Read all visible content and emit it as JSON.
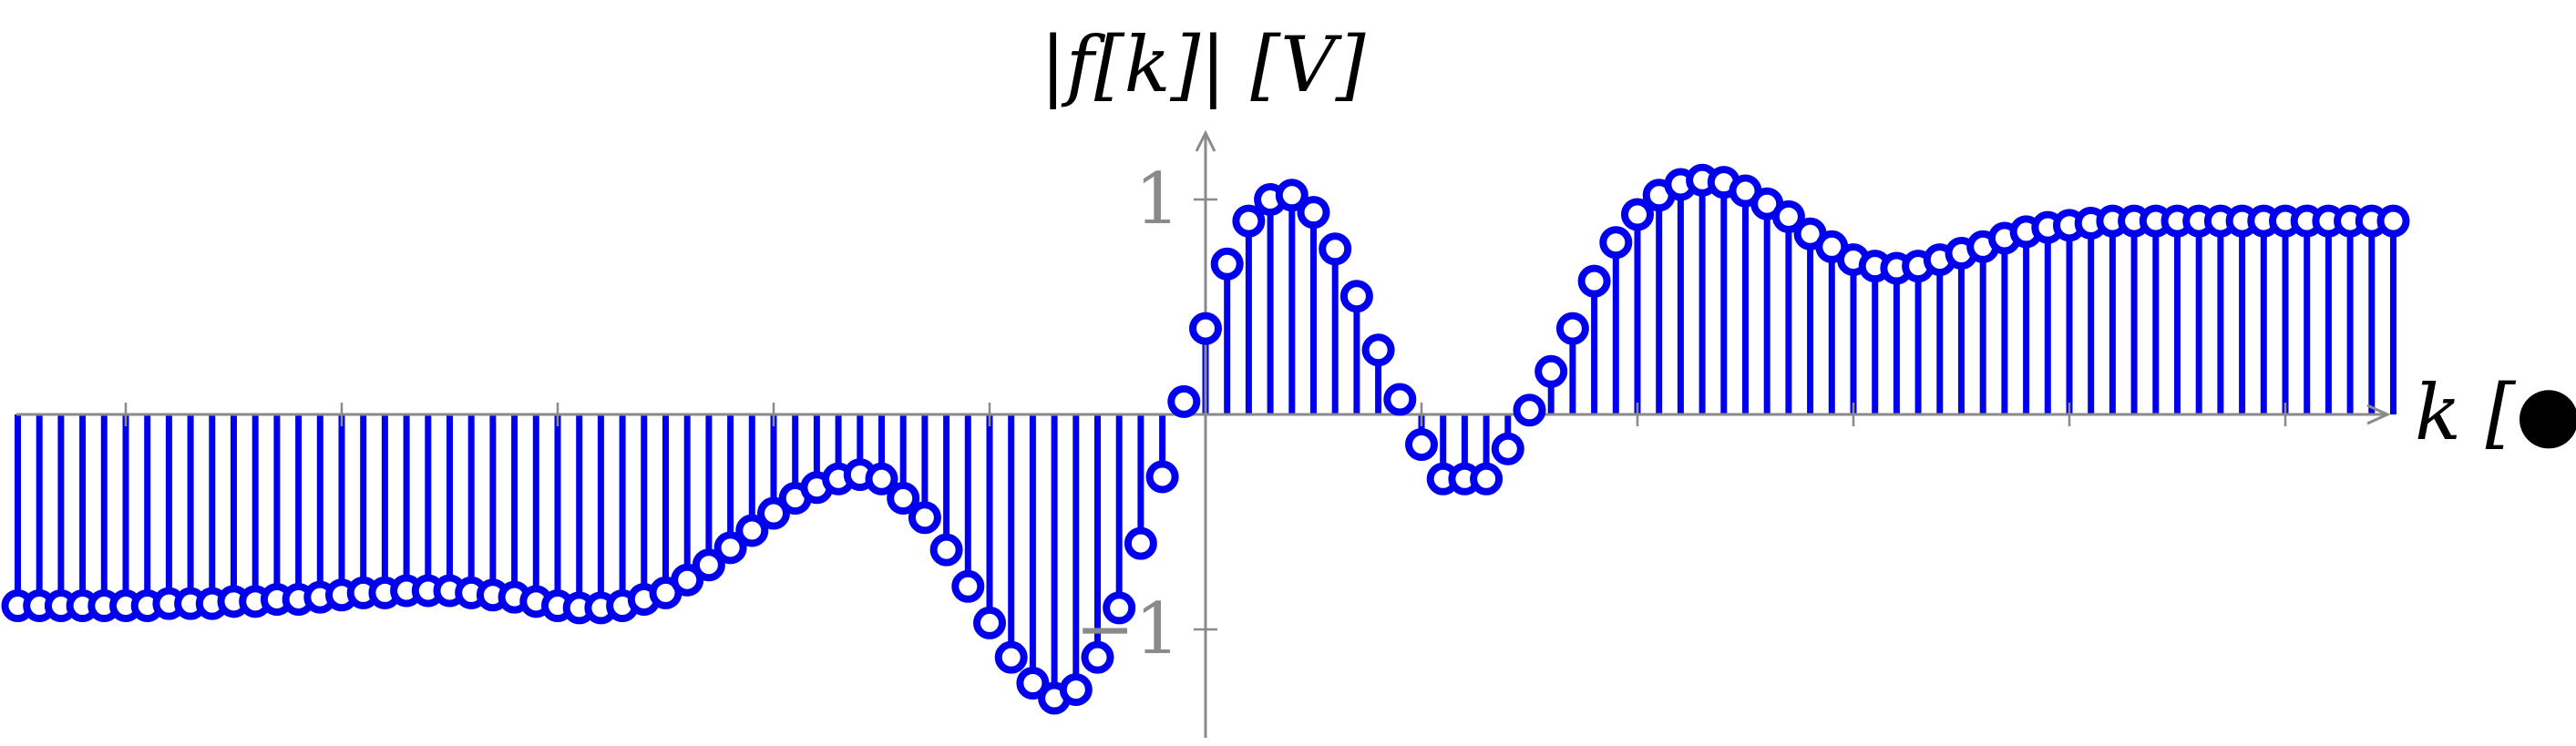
{
  "chart_data": {
    "type": "stem",
    "xlabel": "k [●]",
    "ylabel": "|f[k]| [V]",
    "yticks": [
      {
        "value": 1,
        "label": "1"
      },
      {
        "value": -1,
        "label": "−1"
      }
    ],
    "xticks": [
      -50,
      -40,
      -30,
      -20,
      -10,
      10,
      20,
      30,
      40,
      50
    ],
    "xlim": [
      -56,
      55
    ],
    "ylim": [
      -1.5,
      1.35
    ],
    "grid": false,
    "legend": "none",
    "colors": {
      "series": "#0000ee",
      "axes": "#8a8a8a"
    },
    "series": [
      {
        "x": [
          -55,
          -54,
          -53,
          -52,
          -51,
          -50,
          -49,
          -48,
          -47,
          -46,
          -45,
          -44,
          -43,
          -42,
          -41,
          -40,
          -39,
          -38,
          -37,
          -36,
          -35,
          -34,
          -33,
          -32,
          -31,
          -30,
          -29,
          -28,
          -27,
          -26,
          -25,
          -24,
          -23,
          -22,
          -21,
          -20,
          -19,
          -18,
          -17,
          -16,
          -15,
          -14,
          -13,
          -12,
          -11,
          -10,
          -9,
          -8,
          -7,
          -6,
          -5,
          -4,
          -3,
          -2,
          -1,
          0,
          1,
          2,
          3,
          4,
          5,
          6,
          7,
          8,
          9,
          10,
          11,
          12,
          13,
          14,
          15,
          16,
          17,
          18,
          19,
          20,
          21,
          22,
          23,
          24,
          25,
          26,
          27,
          28,
          29,
          30,
          31,
          32,
          33,
          34,
          35,
          36,
          37,
          38,
          39,
          40,
          41,
          42,
          43,
          44,
          45,
          46,
          47,
          48,
          49,
          50,
          51,
          52,
          53,
          54,
          55
        ],
        "values": [
          -0.89,
          -0.89,
          -0.89,
          -0.89,
          -0.89,
          -0.89,
          -0.89,
          -0.88,
          -0.88,
          -0.88,
          -0.87,
          -0.87,
          -0.86,
          -0.86,
          -0.85,
          -0.84,
          -0.83,
          -0.83,
          -0.82,
          -0.82,
          -0.82,
          -0.83,
          -0.84,
          -0.85,
          -0.87,
          -0.89,
          -0.9,
          -0.9,
          -0.89,
          -0.86,
          -0.83,
          -0.77,
          -0.7,
          -0.62,
          -0.54,
          -0.46,
          -0.39,
          -0.34,
          -0.3,
          -0.28,
          -0.3,
          -0.39,
          -0.48,
          -0.63,
          -0.8,
          -0.97,
          -1.13,
          -1.25,
          -1.32,
          -1.28,
          -1.13,
          -0.9,
          -0.6,
          -0.29,
          0.06,
          0.4,
          0.7,
          0.9,
          1.0,
          1.02,
          0.94,
          0.77,
          0.55,
          0.3,
          0.07,
          -0.14,
          -0.3,
          -0.3,
          -0.3,
          -0.16,
          0.02,
          0.2,
          0.4,
          0.62,
          0.8,
          0.93,
          1.02,
          1.07,
          1.09,
          1.08,
          1.04,
          0.98,
          0.92,
          0.84,
          0.78,
          0.72,
          0.69,
          0.68,
          0.69,
          0.72,
          0.75,
          0.78,
          0.82,
          0.85,
          0.87,
          0.88,
          0.89,
          0.9,
          0.9,
          0.9,
          0.9,
          0.9,
          0.9,
          0.9,
          0.9,
          0.9,
          0.9,
          0.9,
          0.9,
          0.9,
          0.9
        ]
      }
    ]
  }
}
